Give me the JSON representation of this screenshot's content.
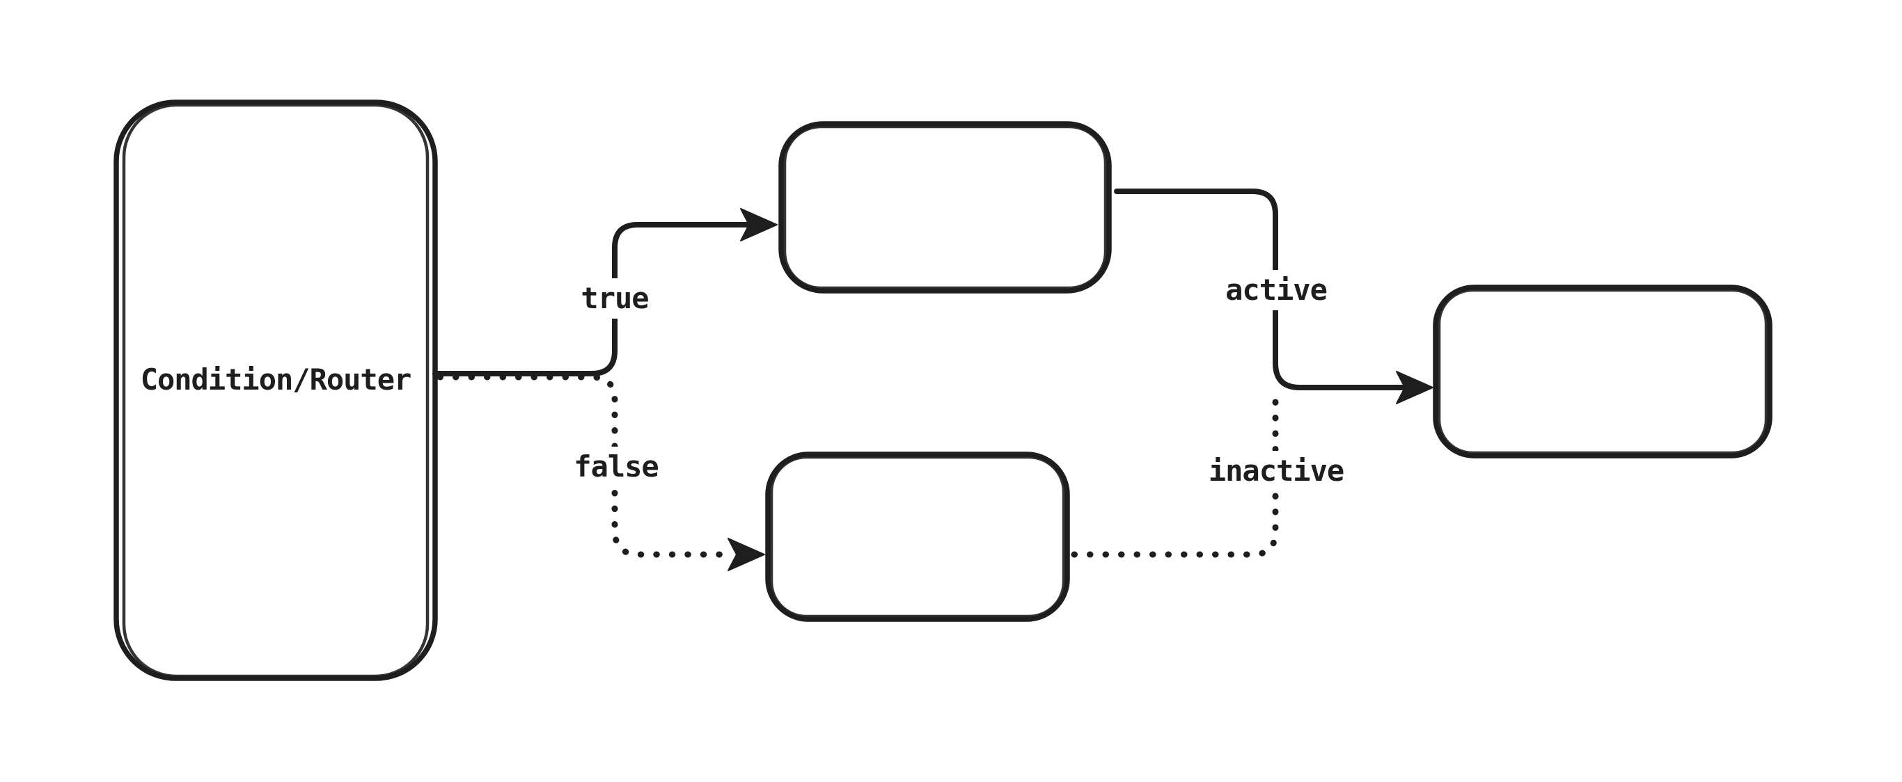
{
  "diagram": {
    "background_color": "#ffffff",
    "stroke_color": "#1e1e1e",
    "nodes": {
      "condition_router": {
        "label": "Condition/Router"
      },
      "true_branch": {
        "label": ""
      },
      "false_branch": {
        "label": ""
      },
      "output": {
        "label": ""
      }
    },
    "edges": {
      "true": {
        "label": "true",
        "style": "solid"
      },
      "false": {
        "label": "false",
        "style": "dotted"
      },
      "active": {
        "label": "active",
        "style": "solid"
      },
      "inactive": {
        "label": "inactive",
        "style": "dotted"
      }
    }
  }
}
